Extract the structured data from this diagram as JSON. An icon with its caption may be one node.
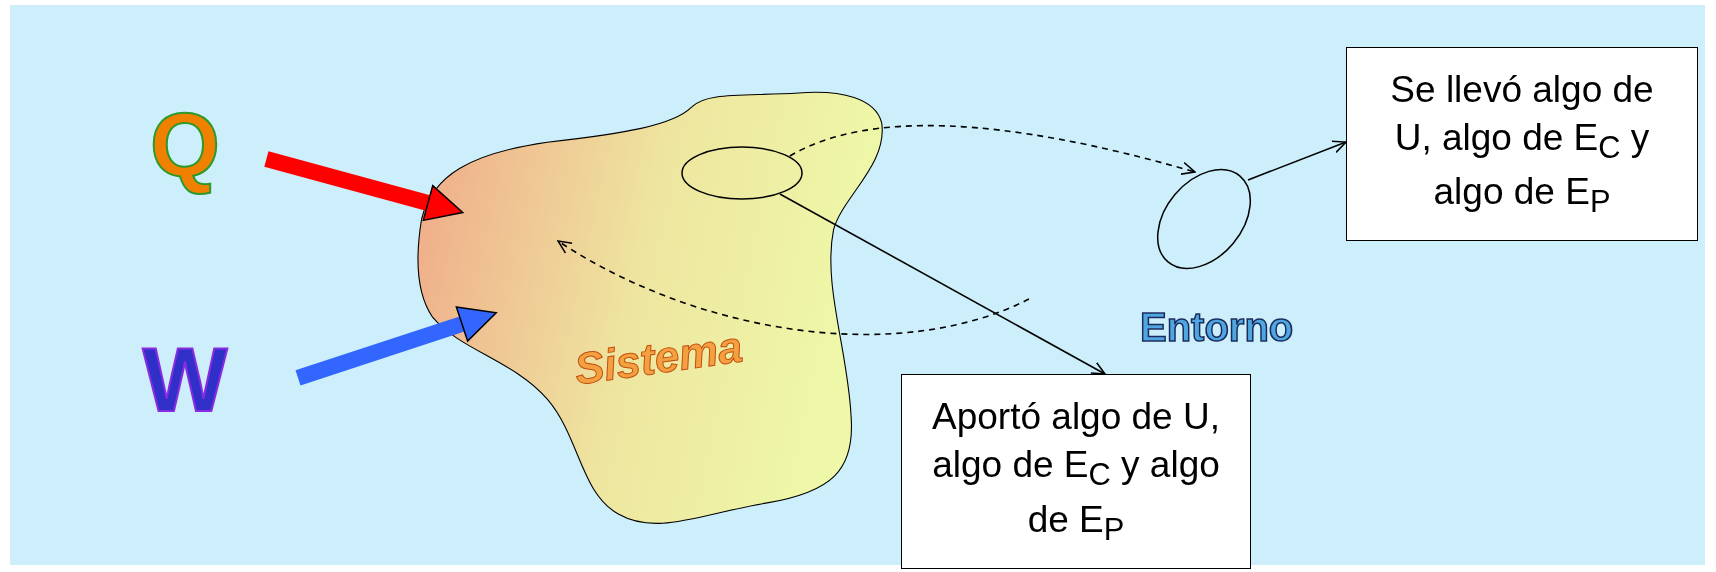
{
  "diagram": {
    "nodes": [
      {
        "text": [
          "Q"
        ]
      },
      {
        "text": [
          "Sistema"
        ]
      },
      {
        "text": [],
        "shape": "ellipse",
        "in": 1
      },
      {
        "text": [],
        "shape": "ellipse"
      },
      {
        "text": [
          "Se llevó algo de U, algo de E$_{C}$ y algo de E$_{P}$"
        ]
      },
      {
        "text": [
          "W"
        ]
      },
      {
        "text": [
          "Aportó algo de U, algo de E$_{C}$ y algo de E$_{P}$"
        ]
      }
    ],
    "edges": [
      {
        "from": 0,
        "to": 1,
        "arrow": "to",
        "style": "thick",
        "color": "#ff0000"
      },
      {
        "from": 2,
        "to": 3,
        "arrow": "to",
        "style": "dashed"
      },
      {
        "from": 3,
        "to": 4,
        "arrow": "to"
      },
      {
        "from": 5,
        "to": 1,
        "arrow": "to",
        "style": "thick",
        "color": "#3366ff"
      },
      {
        "from": null,
        "to": 1,
        "arrow": "to",
        "style": "dashed"
      },
      {
        "from": 2,
        "to": 6,
        "arrow": "to"
      }
    ],
    "labels": [
      "Entorno"
    ]
  }
}
